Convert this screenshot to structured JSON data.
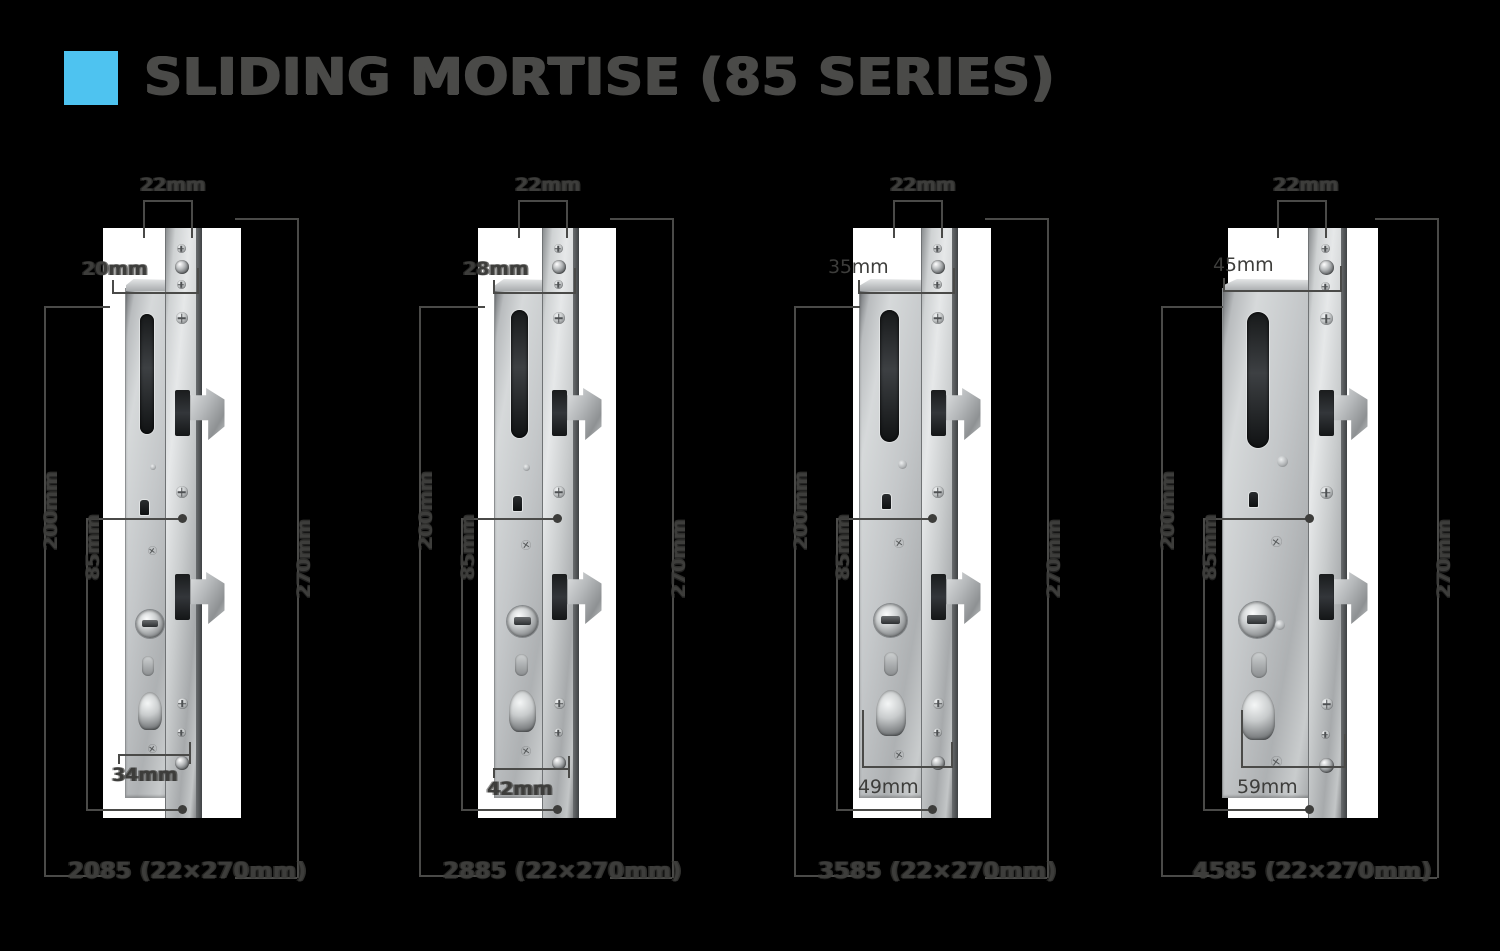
{
  "header": {
    "title": "SLIDING MORTISE (85 SERIES)",
    "accent_color": "#4ec3f0",
    "text_color": "#4a4a48"
  },
  "background_color": "#000000",
  "products": [
    {
      "caption": "2085 (22×270mm)",
      "model": "2085",
      "faceplate_size": "22×270mm",
      "dims": {
        "faceplate_width": "22mm",
        "backset": "20mm",
        "overall_length": "270mm",
        "centers_outer": "200mm",
        "centers_inner": "85mm",
        "case_width": "34mm"
      }
    },
    {
      "caption": "2885 (22×270mm)",
      "model": "2885",
      "faceplate_size": "22×270mm",
      "dims": {
        "faceplate_width": "22mm",
        "backset": "28mm",
        "overall_length": "270mm",
        "centers_outer": "200mm",
        "centers_inner": "85mm",
        "case_width": "42mm"
      }
    },
    {
      "caption": "3585 (22×270mm)",
      "model": "3585",
      "faceplate_size": "22×270mm",
      "dims": {
        "faceplate_width": "22mm",
        "backset": "35mm",
        "overall_length": "270mm",
        "centers_outer": "200mm",
        "centers_inner": "85mm",
        "case_width": "49mm"
      }
    },
    {
      "caption": "4585 (22×270mm)",
      "model": "4585",
      "faceplate_size": "22×270mm",
      "dims": {
        "faceplate_width": "22mm",
        "backset": "45mm",
        "overall_length": "270mm",
        "centers_outer": "200mm",
        "centers_inner": "85mm",
        "case_width": "59mm"
      }
    }
  ]
}
